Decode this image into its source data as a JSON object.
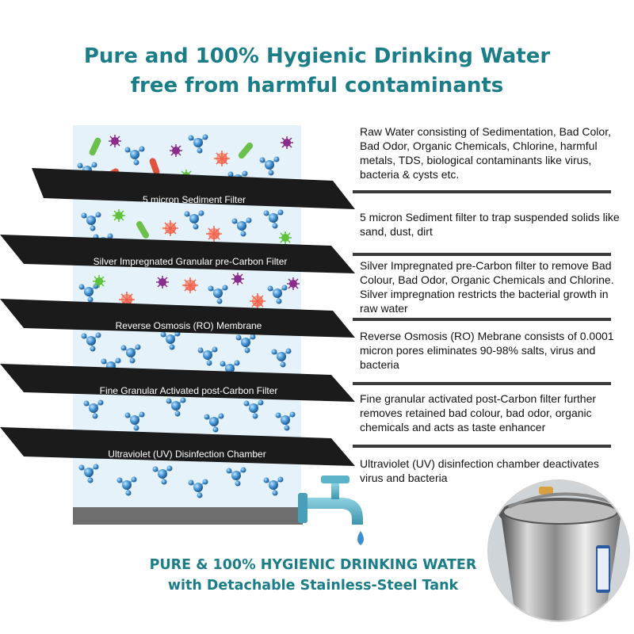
{
  "title": {
    "line1": "Pure and 100% Hygienic Drinking Water",
    "line2": "free from harmful contaminants"
  },
  "descriptions": [
    "Raw Water consisting of Sedimentation, Bad Color, Bad Odor, Organic Chemicals, Chlorine, harmful metals, TDS, biological contaminants like virus, bacteria & cysts etc.",
    "5 micron Sediment filter to trap suspended solids like sand, dust, dirt",
    "Silver Impregnated pre-Carbon filter to remove Bad Colour, Bad Odor, Organic Chemicals and Chlorine. Silver impregnation restricts the bacterial growth in raw water",
    "Reverse Osmosis (RO) Mebrane consists of 0.0001 micron pores eliminates 90-98% salts, virus and bacteria",
    "Fine granular activated post-Carbon filter further removes retained bad colour, bad odor, organic chemicals and acts as taste enhancer",
    "Ultraviolet (UV) disinfection chamber deactivates virus and bacteria"
  ],
  "layers": [
    "5 micron Sediment Filter",
    "Silver Impregnated Granular pre-Carbon Filter",
    "Reverse Osmosis (RO) Membrane",
    "Fine Granular Activated post-Carbon Filter",
    "Ultraviolet (UV) Disinfection Chamber"
  ],
  "footer": {
    "line1": "PURE & 100% HYGIENIC DRINKING WATER",
    "line2": "with Detachable Stainless-Steel Tank"
  },
  "colors": {
    "accent": "#1a7d88",
    "plate": "#1b1b1b",
    "water": "#e6f2fa",
    "molecule": "#3f8fcf",
    "tap": "#5ab3c9",
    "base": "#6e6e6e"
  },
  "icons": [
    "molecule-icon",
    "virus-icon",
    "bacteria-icon",
    "water-tap-icon",
    "water-drop-icon",
    "steel-tank-icon"
  ]
}
